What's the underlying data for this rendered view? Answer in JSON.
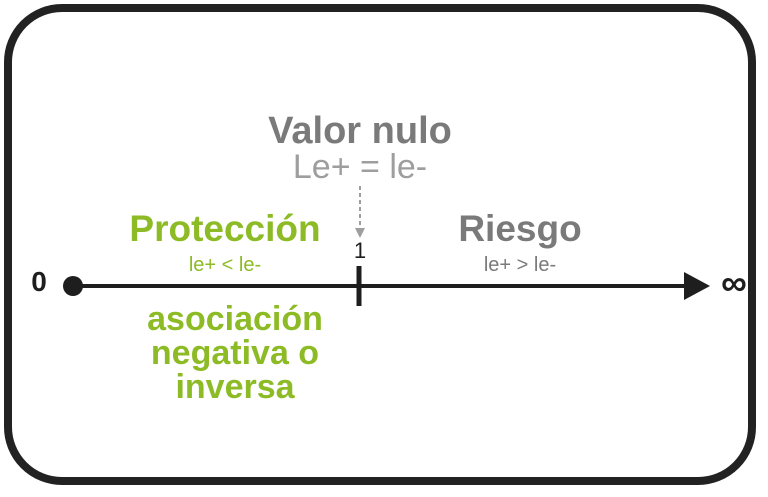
{
  "colors": {
    "accent_green": "#8dbb25",
    "neutral_gray": "#7a7a7a",
    "light_gray": "#9e9e9e",
    "line_dark": "#1e1e1e"
  },
  "null_value": {
    "title": "Valor nulo",
    "equation": "Le+ = le-"
  },
  "protection": {
    "title": "Protección",
    "equation": "le+ < le-"
  },
  "risk": {
    "title": "Riesgo",
    "equation": "le+ > le-"
  },
  "axis": {
    "start_label": "0",
    "end_label": "∞",
    "null_tick_label": "1"
  },
  "association": {
    "text": "asociación negativa o inversa"
  }
}
